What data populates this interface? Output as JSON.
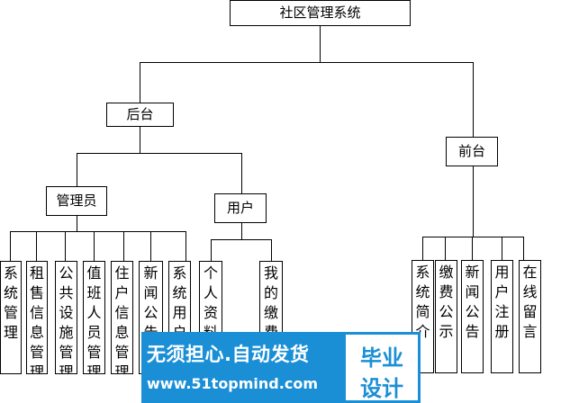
{
  "diagram": {
    "root": "社区管理系统",
    "backend": "后台",
    "frontend": "前台",
    "admin": "管理员",
    "user": "用户",
    "admin_items": [
      "系统管理",
      "租售信息管理",
      "公共设施管理",
      "值班人员管理",
      "住户信息管理",
      "新闻公告",
      "系统用户"
    ],
    "user_items": [
      "个人资料",
      "我的缴费"
    ],
    "frontend_items": [
      "系统简介",
      "缴费公示",
      "新闻公告",
      "用户注册",
      "在线留言"
    ]
  },
  "watermark": {
    "line1": "无须担心.自动发货",
    "line2": "www.51topmind.com",
    "right_top": "毕业",
    "right_bottom": "设计"
  },
  "colors": {
    "watermark_blue": "#1a8fd6"
  }
}
